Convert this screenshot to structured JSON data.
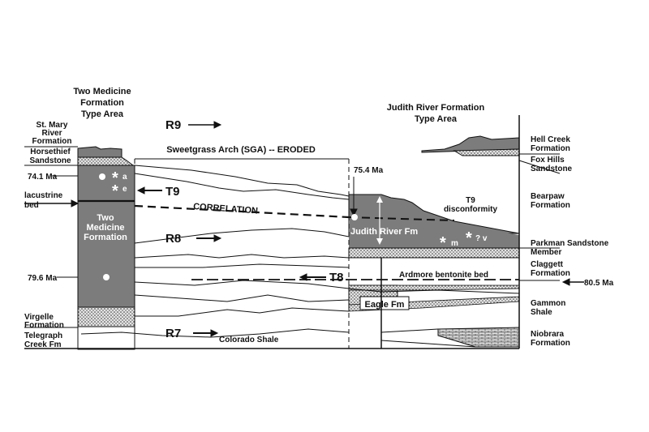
{
  "left_heading": [
    "Two Medicine",
    "Formation",
    "Type Area"
  ],
  "right_heading": [
    "Judith River Formation",
    "Type Area"
  ],
  "arch_label": "Sweetgrass Arch (SGA) -- ERODED",
  "left_units": {
    "st_mary": [
      "St. Mary",
      "River",
      "Formation"
    ],
    "horsethief": [
      "Horsethief",
      "Sandstone"
    ],
    "age_74": "74.1 Ma",
    "lacustrine": [
      "lacustrine",
      "bed"
    ],
    "two_medicine": [
      "Two",
      "Medicine",
      "Formation"
    ],
    "age_79": "79.6 Ma",
    "virgelle": [
      "Virgelle",
      "Formation"
    ],
    "telegraph": [
      "Telegraph",
      "Creek Fm"
    ]
  },
  "right_units": {
    "hell_creek": [
      "Hell Creek",
      "Formation"
    ],
    "fox_hills": [
      "Fox Hills",
      "Sandstone"
    ],
    "bearpaw": [
      "Bearpaw",
      "Formation"
    ],
    "parkman": [
      "Parkman Sandstone",
      "Member"
    ],
    "claggett": [
      "Claggett",
      "Formation"
    ],
    "gammon": [
      "Gammon",
      "Shale"
    ],
    "niobrara": [
      "Niobrara",
      "Formation"
    ],
    "age_80": "80.5 Ma"
  },
  "center_labels": {
    "age_75": "75.4 Ma",
    "judith": "Judith River Fm",
    "t9_disc": [
      "T9",
      "disconformity"
    ],
    "correlation": "CORRELATION",
    "ardmore": "Ardmore bentonite bed",
    "eagle": "Eagle Fm",
    "colorado": "Colorado Shale"
  },
  "cycles": {
    "r9": "R9",
    "t9": "T9",
    "r8": "R8",
    "t8": "T8",
    "r7": "R7"
  },
  "sample_marks": {
    "a": "a",
    "e": "e",
    "m": "m",
    "v": "? v"
  },
  "colors": {
    "shale": "#7c7c7c",
    "sand": "#d8d8d8",
    "line": "#111111"
  }
}
